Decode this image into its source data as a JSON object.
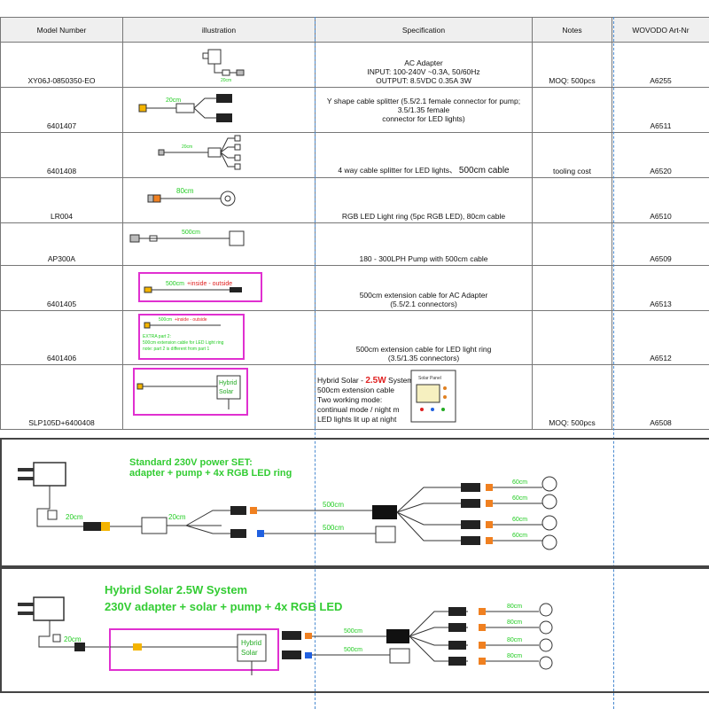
{
  "headers": {
    "model": "Model Number",
    "illustration": "illustration",
    "specification": "Specification",
    "notes": "Notes",
    "article": "WOVODO Art-Nr"
  },
  "rows": [
    {
      "model": "XY06J-0850350-EO",
      "spec_lines": [
        "AC Adapter",
        "INPUT: 100-240V ~0.3A, 50/60Hz",
        "OUTPUT: 8.5VDC 0.35A 3W"
      ],
      "notes": "MOQ: 500pcs",
      "art": "A6255"
    },
    {
      "model": "6401407",
      "spec_lines": [
        "Y shape cable splitter (5.5/2.1 female connector for pump; 3.5/1.35 female",
        "connector for LED lights)"
      ],
      "label": "20cm",
      "notes": "",
      "art": "A6511"
    },
    {
      "model": "6401408",
      "spec_lines": [
        "4 way cable splitter for LED lights、"
      ],
      "spec_extra": "500cm cable",
      "label": "20cm",
      "notes": "tooling cost",
      "art": "A6520"
    },
    {
      "model": "LR004",
      "spec_lines": [
        "RGB LED Light ring (5pc RGB LED), 80cm cable"
      ],
      "label": "80cm",
      "notes": "",
      "art": "A6510"
    },
    {
      "model": "AP300A",
      "spec_lines": [
        "180 - 300LPH Pump with 500cm cable"
      ],
      "label": "500cm",
      "notes": "",
      "art": "A6509"
    },
    {
      "model": "6401405",
      "spec_lines": [
        "500cm extension cable for AC Adapter",
        "(5.5/2.1 connectors)"
      ],
      "label": "500cm",
      "label_red": "+inside - outside",
      "notes": "",
      "art": "A6513"
    },
    {
      "model": "6401406",
      "spec_lines": [
        "500cm extension cable for LED light ring",
        "(3.5/1.35 connectors)"
      ],
      "label": "500cm",
      "label_red": "+inside - outside",
      "extra_notes": [
        "EXTRA part 2:",
        "500cm extension cable for LED Light ring",
        "note: part 2 is different from part 1"
      ],
      "notes": "",
      "art": "A6512"
    },
    {
      "model": "SLP105D+6400408",
      "hybrid_box": "Hybrid Solar",
      "solar_panel": "Solar Panel",
      "notes": "MOQ: 500pcs",
      "art": "A6508"
    }
  ],
  "hybrid_desc": {
    "line1_a": "Hybrid Solar - ",
    "line1_b": "2.5W",
    "line1_c": " System",
    "line2": "500cm extension cable",
    "line3": "Two working mode:",
    "line4": "continual mode / night m",
    "line5": "LED lights lit up at night"
  },
  "set1": {
    "title1": "Standard 230V power SET:",
    "title2": "adapter + pump + 4x RGB LED ring",
    "labels": {
      "c20a": "20cm",
      "c20b": "20cm",
      "c500a": "500cm",
      "c500b": "500cm",
      "c60": "60cm"
    }
  },
  "set2": {
    "title1": "Hybrid Solar 2.5W System",
    "title2": "230V adapter + solar + pump + 4x RGB LED",
    "box": "Hybrid Solar",
    "labels": {
      "c20": "20cm",
      "c500a": "500cm",
      "c500b": "500cm",
      "c80": "80cm"
    }
  }
}
